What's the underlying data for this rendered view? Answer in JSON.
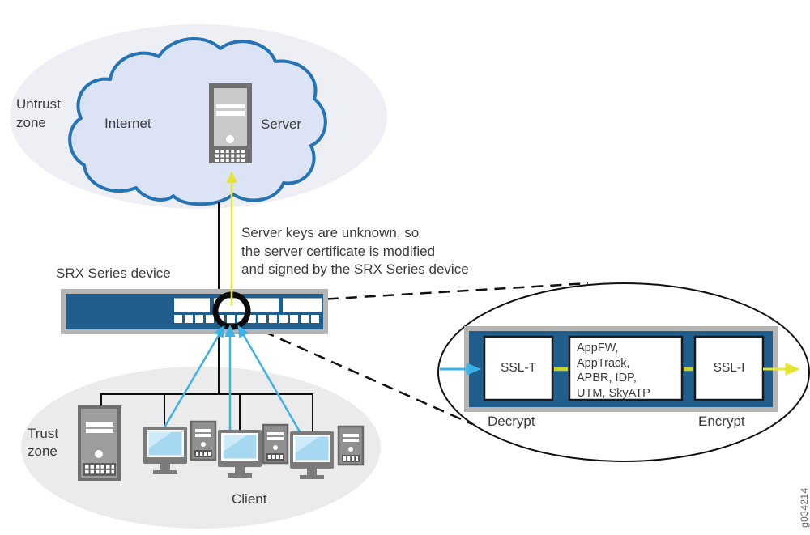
{
  "labels": {
    "untrust_zone": "Untrust zone",
    "trust_zone": "Trust zone",
    "internet": "Internet",
    "server": "Server",
    "client": "Client",
    "srx_device": "SRX Series device"
  },
  "annotation": "Server keys are unknown, so\nthe server certificate is modified\nand signed by the SRX Series device",
  "magnifier": {
    "ssl_t": "SSL-T",
    "services": "AppFW,\nAppTrack,\nAPBR, IDP,\nUTM, SkyATP",
    "ssl_i": "SSL-I",
    "decrypt": "Decrypt",
    "encrypt": "Encrypt"
  },
  "figure_id": "g034214",
  "colors": {
    "untrust_fill": "#edeff4",
    "trust_fill": "#ebebeb",
    "cloud_fill": "#dce3f5",
    "cloud_stroke": "#2373b5",
    "device_blue": "#1f5e8d",
    "frame_gray": "#b5b5b5",
    "cyan": "#3db2e7",
    "yellow": "#e4e433",
    "connector_yellow": "#c8d42b",
    "line_black": "#0d0d0d"
  }
}
